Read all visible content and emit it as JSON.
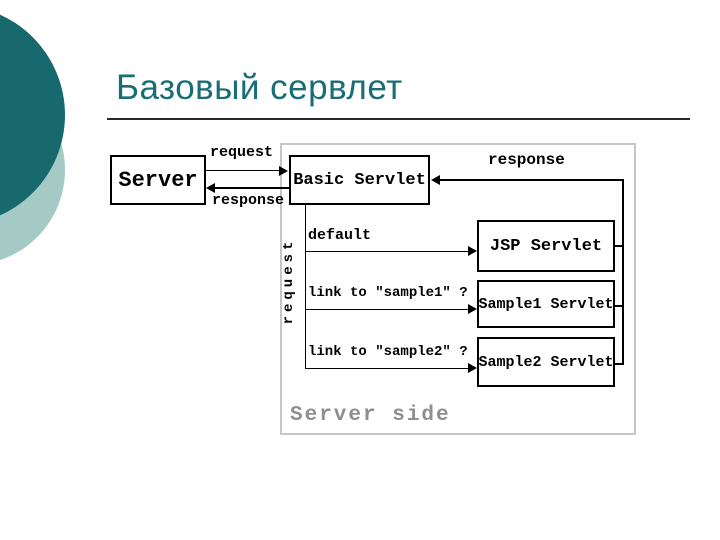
{
  "slide": {
    "title": "Базовый сервлет"
  },
  "colors": {
    "title_text": "#1a6d75",
    "circle_dark": "#17696e",
    "circle_light": "#a5cac5",
    "box_border": "#000000",
    "frame_border": "#c6c6c6",
    "muted_text": "#8f8f8f"
  },
  "diagram": {
    "boxes": [
      {
        "id": "server",
        "label": "Server"
      },
      {
        "id": "basic_servlet",
        "label": "Basic Servlet"
      },
      {
        "id": "jsp_servlet",
        "label": "JSP Servlet"
      },
      {
        "id": "sample1_servlet",
        "label": "Sample1 Servlet"
      },
      {
        "id": "sample2_servlet",
        "label": "Sample2 Servlet"
      }
    ],
    "labels": {
      "request_top": "request",
      "response_left": "response",
      "response_right": "response",
      "request_vertical": "request",
      "default_link": "default",
      "link_sample1": "link to \"sample1\" ?",
      "link_sample2": "link to \"sample2\" ?",
      "server_side": "Server side"
    }
  }
}
